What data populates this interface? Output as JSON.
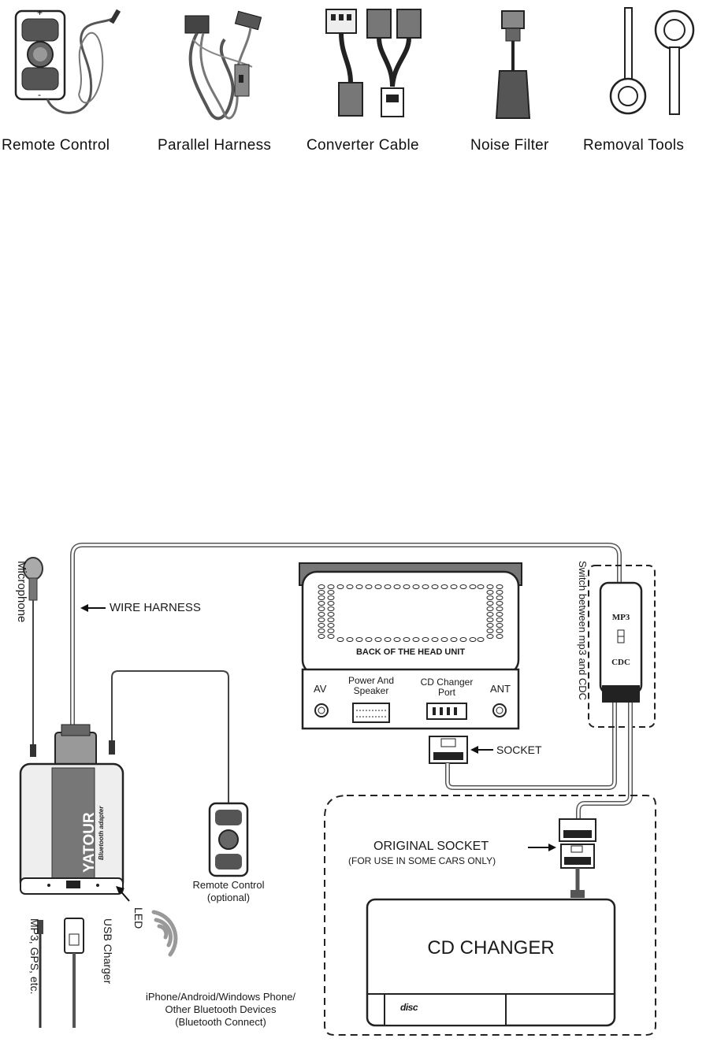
{
  "accessories": {
    "remote_control": "Remote Control",
    "parallel_harness": "Parallel Harness",
    "converter_cable": "Converter Cable",
    "noise_filter": "Noise Filter",
    "removal_tools": "Removal Tools"
  },
  "diagram": {
    "microphone": "Microphone",
    "wire_harness": "WIRE HARNESS",
    "back_of_head_unit": "BACK OF THE HEAD UNIT",
    "av": "AV",
    "power_and_speaker": "Power And\nSpeaker",
    "cd_changer_port": "CD Changer\nPort",
    "ant": "ANT",
    "socket": "SOCKET",
    "switch_label": "Switch between mp3 and CDC",
    "switch_mp3": "MP3",
    "switch_cdc": "CDC",
    "original_socket": "ORIGINAL SOCKET",
    "original_socket_note": "(FOR USE IN SOME CARS ONLY)",
    "cd_changer": "CD CHANGER",
    "disc_logo": "disc",
    "remote_control": "Remote Control",
    "remote_optional": "(optional)",
    "yatour_brand": "YATOUR",
    "yatour_sub": "Bluetooth adapter",
    "led": "LED",
    "usb_charger": "USB Charger",
    "mp3_gps": "MP3, GPS, etc.",
    "bt_devices_1": "iPhone/Android/Windows Phone/",
    "bt_devices_2": "Other Bluetooth Devices",
    "bt_devices_3": "(Bluetooth Connect)"
  }
}
